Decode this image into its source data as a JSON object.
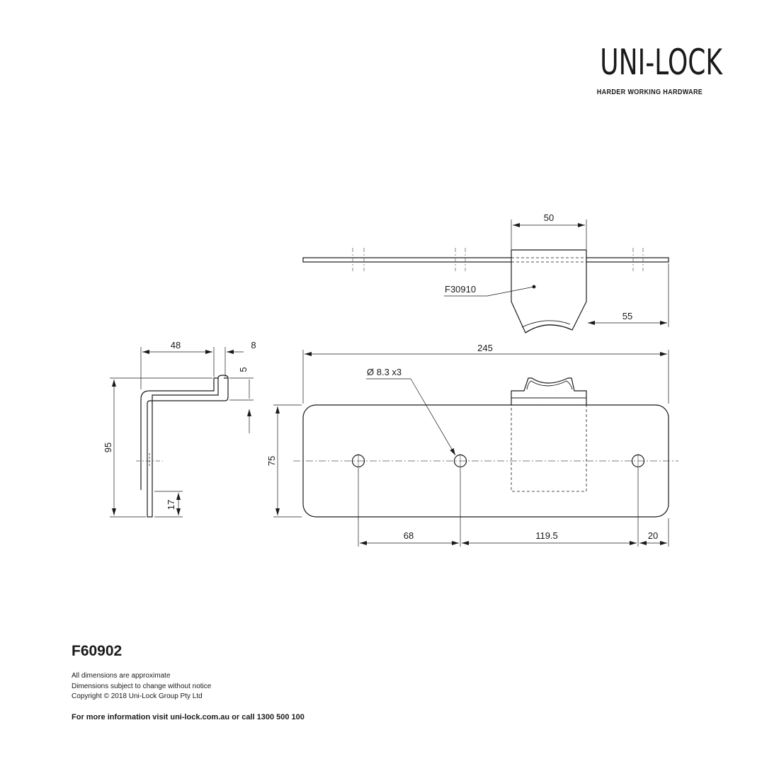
{
  "brand": {
    "name": "UNI-LOCK",
    "tagline": "HARDER WORKING HARDWARE"
  },
  "diagram": {
    "top_view": {
      "dim_width": "50",
      "part_label": "F30910",
      "dim_offset": "55"
    },
    "side_view": {
      "dim_top_depth": "48",
      "dim_lip": "8",
      "dim_hook": "5",
      "dim_height": "95",
      "dim_bottom": "17"
    },
    "front_view": {
      "dim_length": "245",
      "hole_spec": "Ø 8.3 x3",
      "dim_height": "75",
      "dim_hole_1": "68",
      "dim_hole_2": "119.5",
      "dim_edge": "20"
    }
  },
  "footer": {
    "product_code": "F60902",
    "notes": [
      "All dimensions are approximate",
      "Dimensions subject to change without notice",
      "Copyright © 2018 Uni-Lock Group Pty Ltd"
    ],
    "info": "For more information visit uni-lock.com.au or call 1300 500 100"
  }
}
